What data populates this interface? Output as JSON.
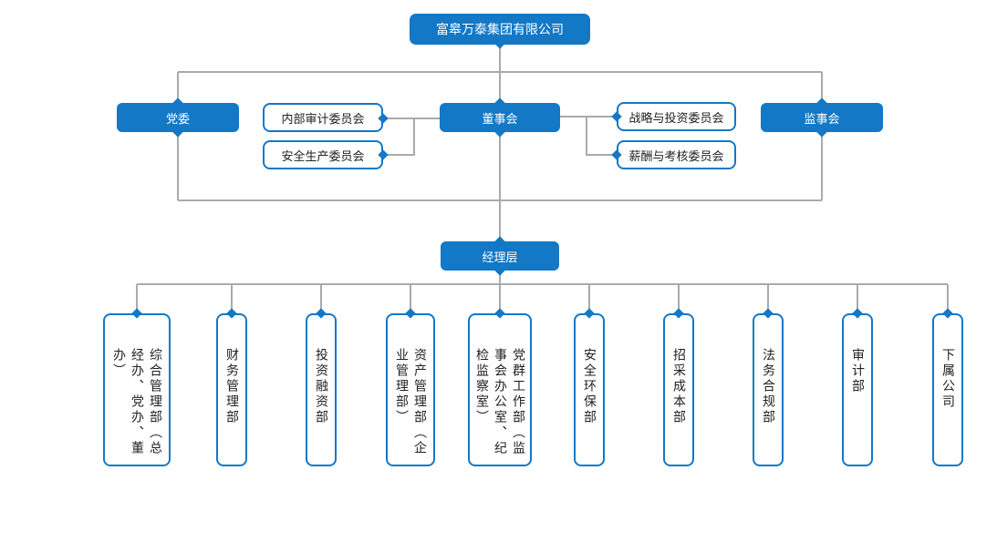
{
  "colors": {
    "primary": "#1378c6",
    "line": "#aaaaaa",
    "text_dark": "#222222",
    "text_light": "#ffffff"
  },
  "top": {
    "company": "富皋万泰集团有限公司"
  },
  "governance": {
    "party": "党委",
    "board": "董事会",
    "supervisory": "监事会",
    "audit_committee": "内部审计委员会",
    "safety_committee": "安全生产委员会",
    "strategy_committee": "战略与投资委员会",
    "compensation_committee": "薪酬与考核委员会"
  },
  "management": {
    "label": "经理层"
  },
  "departments": [
    "综合管理部（总经办、党办、董办）",
    "财务管理部",
    "投资融资部",
    "资产管理部（企业管理部）",
    "党群工作部（监事会办公室、纪检监察室）",
    "安全环保部",
    "招采成本部",
    "法务合规部",
    "审计部",
    "下属公司"
  ]
}
